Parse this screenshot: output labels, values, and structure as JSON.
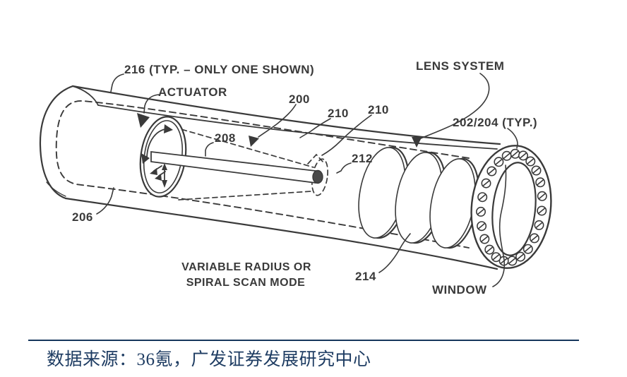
{
  "diagram": {
    "title_hint": "scanning fiber endoscope patent figure",
    "labels": {
      "ref_216": "216 (TYP. – ONLY ONE SHOWN)",
      "actuator": "ACTUATOR",
      "ref_200": "200",
      "ref_210_left": "210",
      "ref_210_right": "210",
      "ref_208": "208",
      "ref_212": "212",
      "lens_system": "LENS SYSTEM",
      "ref_202_204": "202/204 (TYP.)",
      "ref_206": "206",
      "scan_mode_line1": "VARIABLE RADIUS OR",
      "scan_mode_line2": "SPIRAL SCAN MODE",
      "ref_214": "214",
      "window": "WINDOW"
    }
  },
  "footer": {
    "source_text": "数据来源：36氪，广发证券发展研究中心"
  },
  "colors": {
    "ink": "#3a3a3a",
    "label_text": "#3a3a3a",
    "footer_text": "#1f3d63",
    "rule": "#16365c",
    "background": "#ffffff"
  }
}
